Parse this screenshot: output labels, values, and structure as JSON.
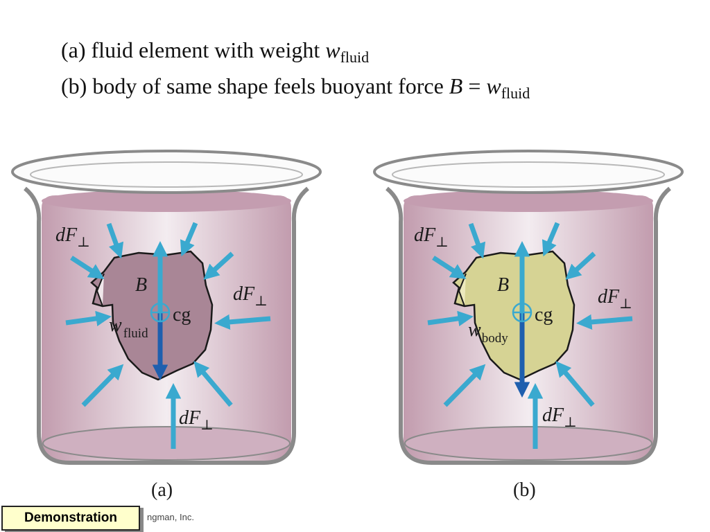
{
  "caption_a": {
    "prefix": "(a) fluid element with weight ",
    "var": "w",
    "sub": "fluid"
  },
  "caption_b": {
    "prefix": "(b) body of same shape feels buoyant force ",
    "var1": "B",
    "eq": " = ",
    "var2": "w",
    "sub": "fluid"
  },
  "panel_a": {
    "label": "(a)",
    "force_d": "d",
    "force_F": "F",
    "force_perp": "⊥",
    "buoyant": "B",
    "cg": "cg",
    "weight_var": "w",
    "weight_sub": "fluid",
    "blob_color": "#a98696"
  },
  "panel_b": {
    "label": "(b)",
    "force_d": "d",
    "force_F": "F",
    "force_perp": "⊥",
    "buoyant": "B",
    "cg": "cg",
    "weight_var": "w",
    "weight_sub": "body",
    "blob_color": "#d6d394"
  },
  "demo_button": "Demonstration",
  "credit_text": "ngman, Inc.",
  "colors": {
    "fluid": "#c8a3b5",
    "arrow": "#3aa9cf",
    "weight_arrow": "#1e5fae",
    "glass": "#8a8a8a"
  }
}
